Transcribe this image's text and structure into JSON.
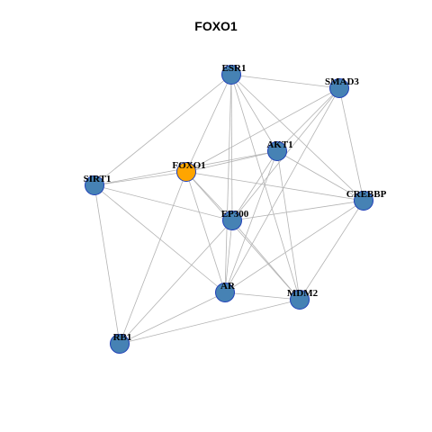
{
  "title": "FOXO1",
  "colors": {
    "node_fill": "#4682b4",
    "highlight_fill": "#ffa500",
    "node_stroke": "#1f3fb8",
    "edge": "#b3b3b3"
  },
  "nodes": [
    {
      "id": "ESR1",
      "label": "ESR1",
      "highlight": false
    },
    {
      "id": "SMAD3",
      "label": "SMAD3",
      "highlight": false
    },
    {
      "id": "AKT1",
      "label": "AKT1",
      "highlight": false
    },
    {
      "id": "FOXO1",
      "label": "FOXO1",
      "highlight": true
    },
    {
      "id": "SIRT1",
      "label": "SIRT1",
      "highlight": false
    },
    {
      "id": "CREBBP",
      "label": "CREBBP",
      "highlight": false
    },
    {
      "id": "EP300",
      "label": "EP300",
      "highlight": false
    },
    {
      "id": "AR",
      "label": "AR",
      "highlight": false
    },
    {
      "id": "MDM2",
      "label": "MDM2",
      "highlight": false
    },
    {
      "id": "RB1",
      "label": "RB1",
      "highlight": false
    }
  ],
  "edges": [
    [
      "ESR1",
      "SMAD3"
    ],
    [
      "ESR1",
      "AKT1"
    ],
    [
      "ESR1",
      "SIRT1"
    ],
    [
      "ESR1",
      "CREBBP"
    ],
    [
      "ESR1",
      "EP300"
    ],
    [
      "ESR1",
      "AR"
    ],
    [
      "ESR1",
      "MDM2"
    ],
    [
      "ESR1",
      "FOXO1"
    ],
    [
      "SMAD3",
      "AKT1"
    ],
    [
      "SMAD3",
      "FOXO1"
    ],
    [
      "SMAD3",
      "CREBBP"
    ],
    [
      "SMAD3",
      "EP300"
    ],
    [
      "SMAD3",
      "AR"
    ],
    [
      "AKT1",
      "FOXO1"
    ],
    [
      "AKT1",
      "SIRT1"
    ],
    [
      "AKT1",
      "EP300"
    ],
    [
      "AKT1",
      "AR"
    ],
    [
      "AKT1",
      "MDM2"
    ],
    [
      "AKT1",
      "CREBBP"
    ],
    [
      "FOXO1",
      "SIRT1"
    ],
    [
      "FOXO1",
      "EP300"
    ],
    [
      "FOXO1",
      "AR"
    ],
    [
      "FOXO1",
      "MDM2"
    ],
    [
      "FOXO1",
      "RB1"
    ],
    [
      "FOXO1",
      "CREBBP"
    ],
    [
      "SIRT1",
      "EP300"
    ],
    [
      "SIRT1",
      "AR"
    ],
    [
      "SIRT1",
      "RB1"
    ],
    [
      "CREBBP",
      "EP300"
    ],
    [
      "CREBBP",
      "AR"
    ],
    [
      "CREBBP",
      "MDM2"
    ],
    [
      "EP300",
      "AR"
    ],
    [
      "EP300",
      "MDM2"
    ],
    [
      "EP300",
      "RB1"
    ],
    [
      "AR",
      "MDM2"
    ],
    [
      "AR",
      "RB1"
    ],
    [
      "MDM2",
      "RB1"
    ]
  ]
}
